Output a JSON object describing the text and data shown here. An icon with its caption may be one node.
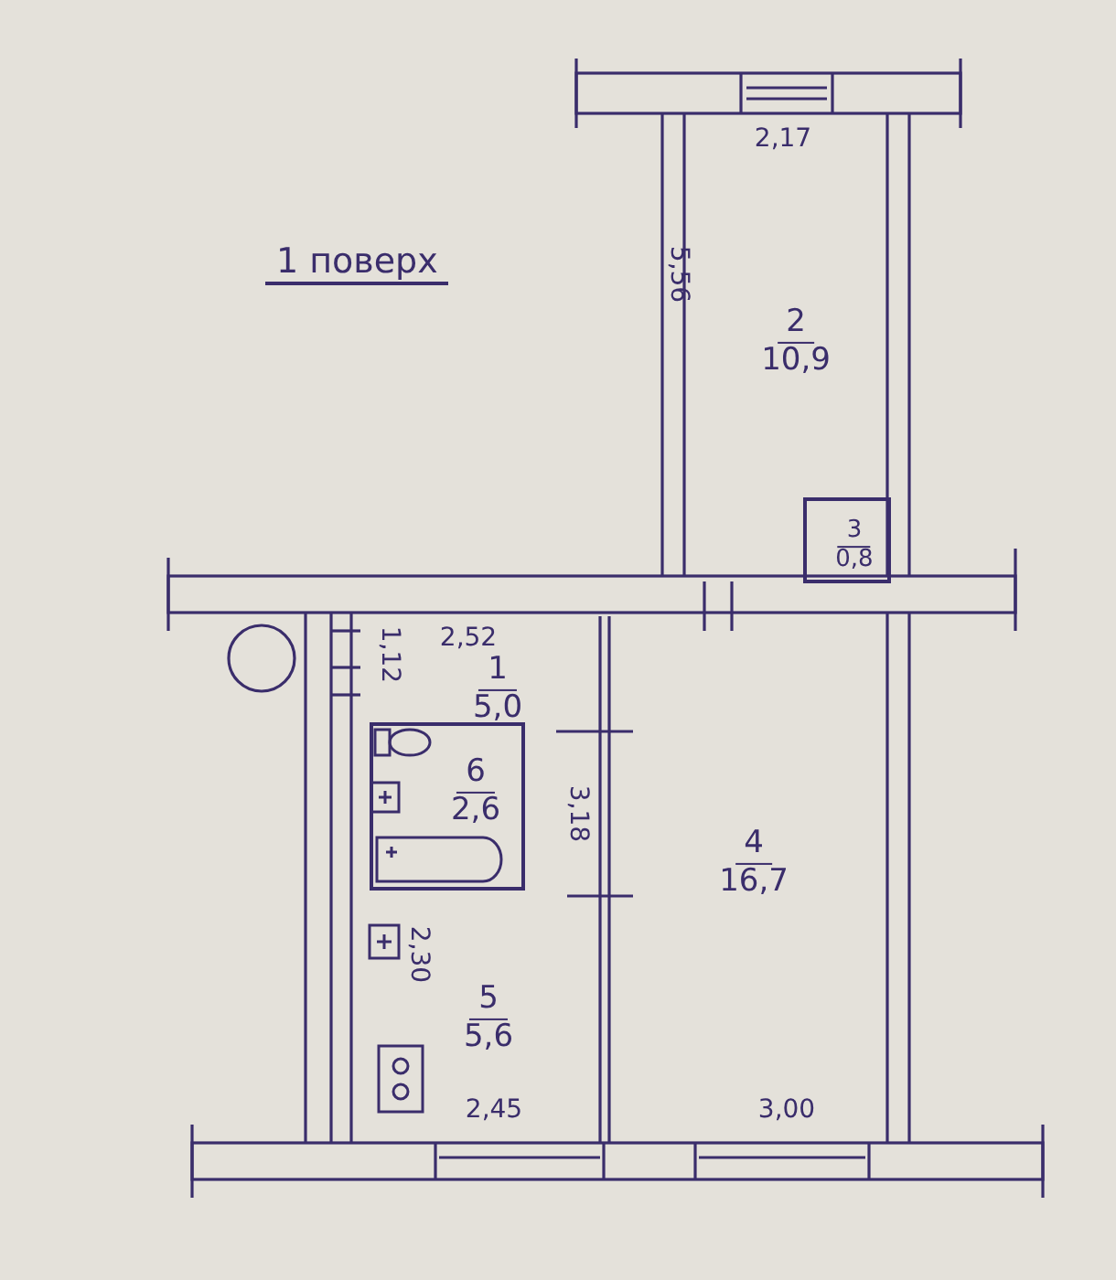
{
  "diagram": {
    "title": "1 поверх",
    "nodes": [
      {
        "text": [
          "2",
          "10,9"
        ]
      },
      {
        "text": [
          "3",
          "0,8"
        ],
        "in": 0
      },
      {
        "text": [
          "1",
          "5,0"
        ]
      },
      {
        "text": [
          "6",
          "2,6"
        ],
        "in": 2
      },
      {
        "text": [
          "4",
          "16,7"
        ]
      },
      {
        "text": [
          "5",
          "5,6"
        ]
      }
    ],
    "labels": [
      "2,17",
      "5,56",
      "2,52",
      "1,12",
      "3,18",
      "2,30",
      "2,45",
      "3,00"
    ]
  }
}
